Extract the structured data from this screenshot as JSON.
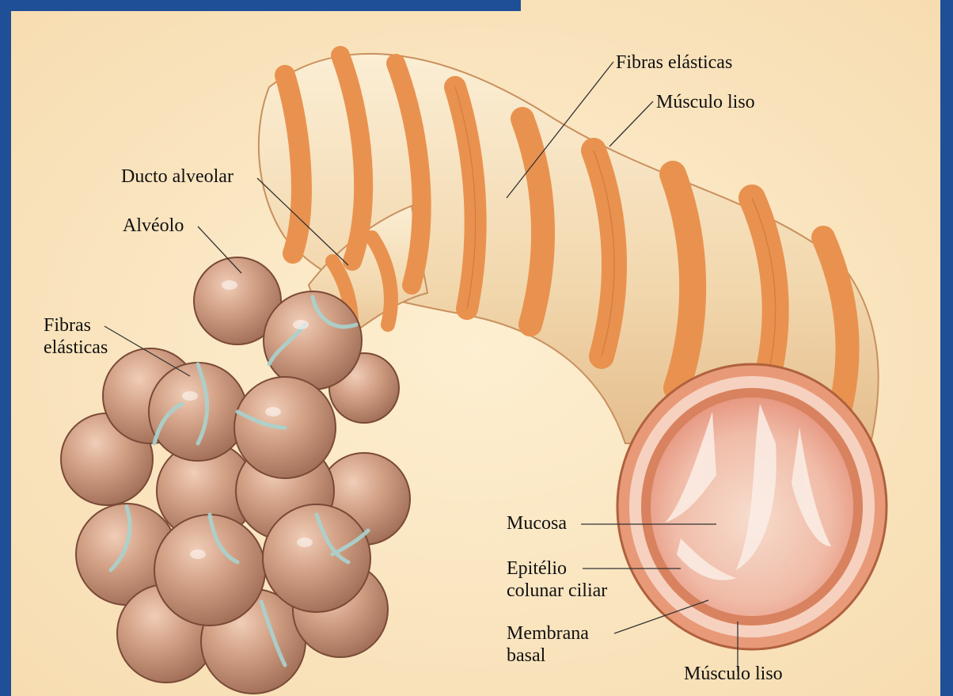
{
  "colors": {
    "frame": "#1f4f96",
    "background": "#fbe7c2",
    "tube_base": "#f6e1bd",
    "muscle_band": "#e9924f",
    "alveolus": "#c8957b",
    "elastic_fiber": "#a9d3cf",
    "lumen_pink": "#efb0a0"
  },
  "labels": {
    "fibras_elasticas_top": "Fibras elásticas",
    "musculo_liso_top": "Músculo liso",
    "ducto_alveolar": "Ducto alveolar",
    "alveolo": "Alvéolo",
    "fibras_elasticas_left_1": "Fibras",
    "fibras_elasticas_left_2": "elásticas",
    "mucosa": "Mucosa",
    "epitelio_1": "Epitélio",
    "epitelio_2": "colunar ciliar",
    "membrana_1": "Membrana",
    "membrana_2": "basal",
    "musculo_liso_bottom": "Músculo liso"
  }
}
